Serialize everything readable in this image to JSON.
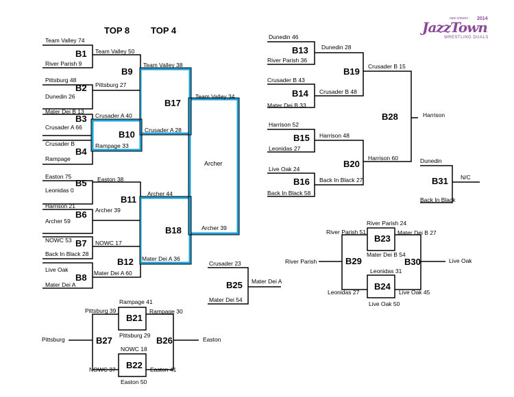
{
  "headers": {
    "top8": "TOP 8",
    "top4": "TOP 4"
  },
  "logo": {
    "city": "new orleans",
    "year": "2014",
    "main": "JazzTown",
    "sub": "WRESTLING DUALS"
  },
  "bouts": [
    {
      "id": "B1",
      "t": "Team Valley 74",
      "b": "River Parish 9"
    },
    {
      "id": "B2",
      "t": "Pittsburg 48",
      "b": "Dunedin 26"
    },
    {
      "id": "B3",
      "t": "Mater Dei B 13",
      "b": "Crusader A 66"
    },
    {
      "id": "B4",
      "t": "Crusader B",
      "b": "Rampage"
    },
    {
      "id": "B5",
      "t": "Easton 75",
      "b": "Leonidas 0"
    },
    {
      "id": "B6",
      "t": "Harrison 21",
      "b": "Archer 59"
    },
    {
      "id": "B7",
      "t": "NOWC 53",
      "b": "Back In Black 28"
    },
    {
      "id": "B8",
      "t": "Live Oak",
      "b": "Mater Dei A"
    },
    {
      "id": "B9",
      "t": "Team Valley 50",
      "b": "Pittsburg 27"
    },
    {
      "id": "B10",
      "t": "Crusader A 40",
      "b": "Rampage 33"
    },
    {
      "id": "B11",
      "t": "Easton 38",
      "b": "Archer 39"
    },
    {
      "id": "B12",
      "t": "NOWC 17",
      "b": "Mater Dei A 60"
    },
    {
      "id": "B17",
      "t": "Team Valley 38",
      "b": "Crusader A 28"
    },
    {
      "id": "B18",
      "t": "Archer 44",
      "b": "Mater Dei A  36"
    },
    {
      "id": "FINAL",
      "t": "Team Valley 34",
      "b": "Archer 39",
      "w": "Archer"
    },
    {
      "id": "B13",
      "t": "Dunedin 46",
      "b": "River Parish 36"
    },
    {
      "id": "B14",
      "t": "Crusader B 43",
      "b": "Mater Dei B 33"
    },
    {
      "id": "B15",
      "t": "Harrison 52",
      "b": "Leonidas 27"
    },
    {
      "id": "B16",
      "t": "Live Oak 24",
      "b": "Back In Black 58"
    },
    {
      "id": "B19",
      "t": "Dunedin 28",
      "b": "Crusader B 48"
    },
    {
      "id": "B20",
      "t": "Harrison 48",
      "b": "Back In Black 27"
    },
    {
      "id": "B28",
      "t": "Crusader B 15",
      "b": "Harrison 60",
      "w": "Harrison"
    },
    {
      "id": "B31",
      "t": "Dunedin",
      "b": "Back In Black",
      "w": "N/C"
    },
    {
      "id": "B25",
      "t": "Crusader 23",
      "b": "Mater Dei 54",
      "w": "Mater Dei A"
    },
    {
      "id": "B23",
      "t": "River Parish 24",
      "b": "Mater Dei B 54"
    },
    {
      "id": "B24",
      "t": "Leonidas 31",
      "b": "Live Oak 50"
    },
    {
      "id": "B29",
      "t": "River Parish 51",
      "b": "Leonidas 27",
      "w": "River Parish"
    },
    {
      "id": "B30",
      "t": "Mater Dei B 27",
      "b": "Live Oak 45",
      "w": "Live Oak"
    },
    {
      "id": "B21",
      "t": "Rampage 41",
      "b": "Pittsburg 29"
    },
    {
      "id": "B22",
      "t": "NOWC 18",
      "b": "Easton 50"
    },
    {
      "id": "B27",
      "t": "Pittsburg 39",
      "b": "NOWC 37",
      "w": "Pittsburg"
    },
    {
      "id": "B26",
      "t": "Rampage 30",
      "b": "Easton 41",
      "w": "Easton"
    }
  ]
}
